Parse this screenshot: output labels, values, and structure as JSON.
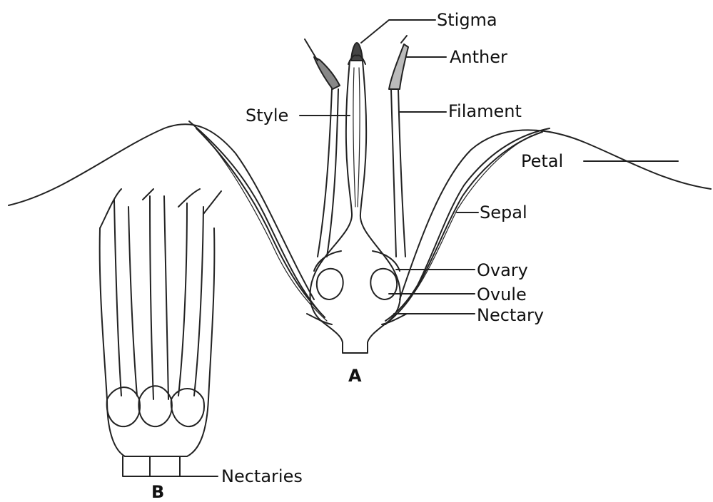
{
  "labels": {
    "stigma": "Stigma",
    "anther": "Anther",
    "style": "Style",
    "filament": "Filament",
    "petal": "Petal",
    "sepal": "Sepal",
    "ovary": "Ovary",
    "ovule": "Ovule",
    "nectary": "Nectary",
    "nectaries": "Nectaries"
  },
  "figures": {
    "a": "A",
    "b": "B"
  }
}
